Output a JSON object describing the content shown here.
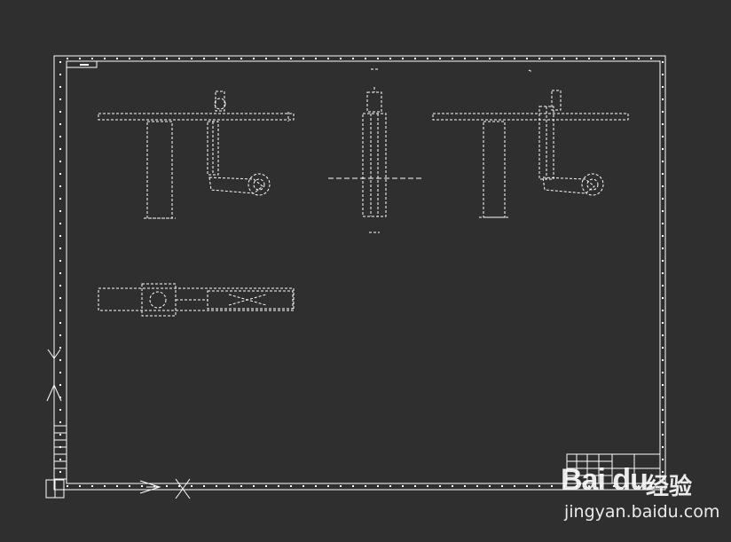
{
  "watermark": {
    "logo_text": "Bai du",
    "cn_text": "经验",
    "url_text": "jingyan.baidu.com"
  },
  "colors": {
    "background": "#2f2f2f",
    "line": "#ffffff"
  }
}
